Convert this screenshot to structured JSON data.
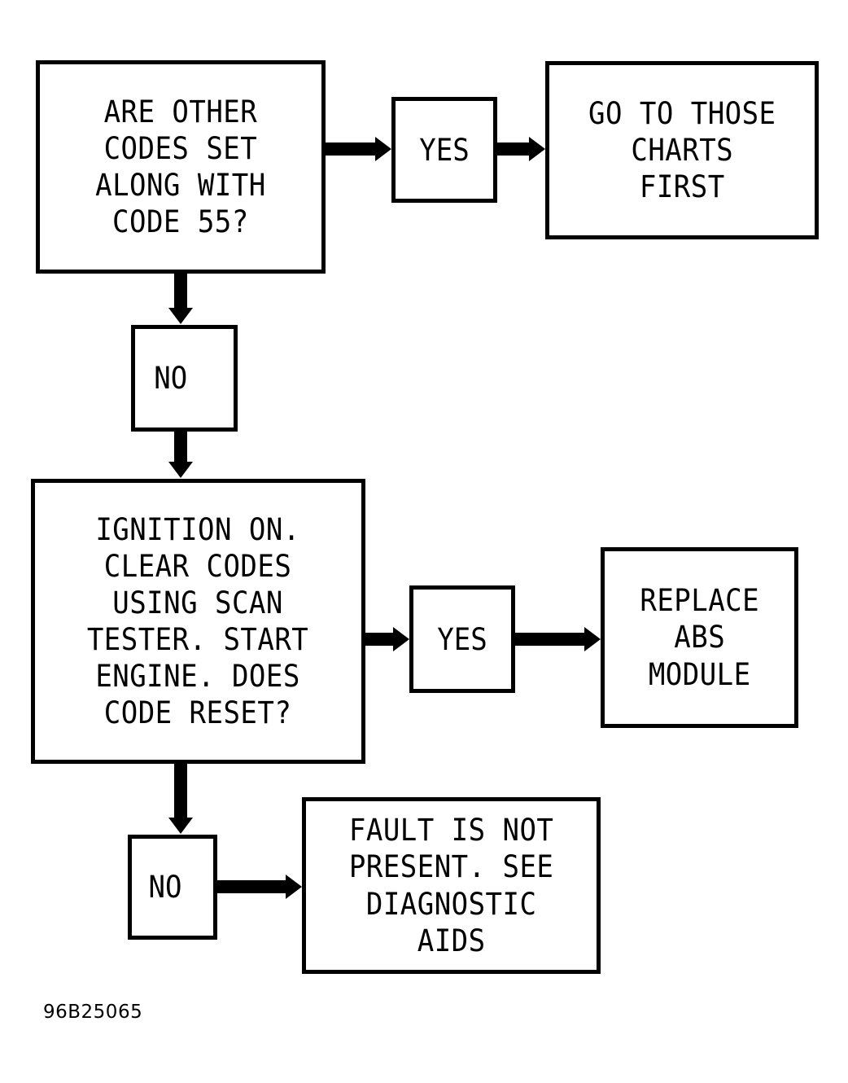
{
  "figure": {
    "caption": "96B25065",
    "line_color": "#000000",
    "background_color": "#ffffff"
  },
  "nodes": {
    "question_codes": {
      "text": "ARE OTHER\nCODES SET\nALONG WITH\nCODE 55?"
    },
    "goto_charts": {
      "text": "GO TO THOSE\nCHARTS\nFIRST"
    },
    "question_reset": {
      "text": "IGNITION ON.\nCLEAR CODES\nUSING SCAN\nTESTER. START\nENGINE. DOES\nCODE RESET?"
    },
    "replace_module": {
      "text": "REPLACE\nABS\nMODULE"
    },
    "fault_not_present": {
      "text": "FAULT IS NOT\nPRESENT. SEE\nDIAGNOSTIC\nAIDS"
    }
  },
  "labels": {
    "yes_top": "YES",
    "no_top": "NO",
    "yes_bottom": "YES",
    "no_bottom": "NO"
  },
  "connectors": [
    {
      "name": "arrow-codes-to-yes",
      "from": "question_codes",
      "to": "yes_top",
      "direction": "right"
    },
    {
      "name": "arrow-yes-to-charts",
      "from": "yes_top",
      "to": "goto_charts",
      "direction": "right"
    },
    {
      "name": "arrow-codes-to-no",
      "from": "question_codes",
      "to": "no_top",
      "direction": "down"
    },
    {
      "name": "arrow-no-to-reset",
      "from": "no_top",
      "to": "question_reset",
      "direction": "down"
    },
    {
      "name": "arrow-reset-to-yes",
      "from": "question_reset",
      "to": "yes_bottom",
      "direction": "right"
    },
    {
      "name": "arrow-yes-to-replace",
      "from": "yes_bottom",
      "to": "replace_module",
      "direction": "right"
    },
    {
      "name": "arrow-reset-to-no",
      "from": "question_reset",
      "to": "no_bottom",
      "direction": "down"
    },
    {
      "name": "arrow-no-to-fault",
      "from": "no_bottom",
      "to": "fault_not_present",
      "direction": "right"
    }
  ]
}
